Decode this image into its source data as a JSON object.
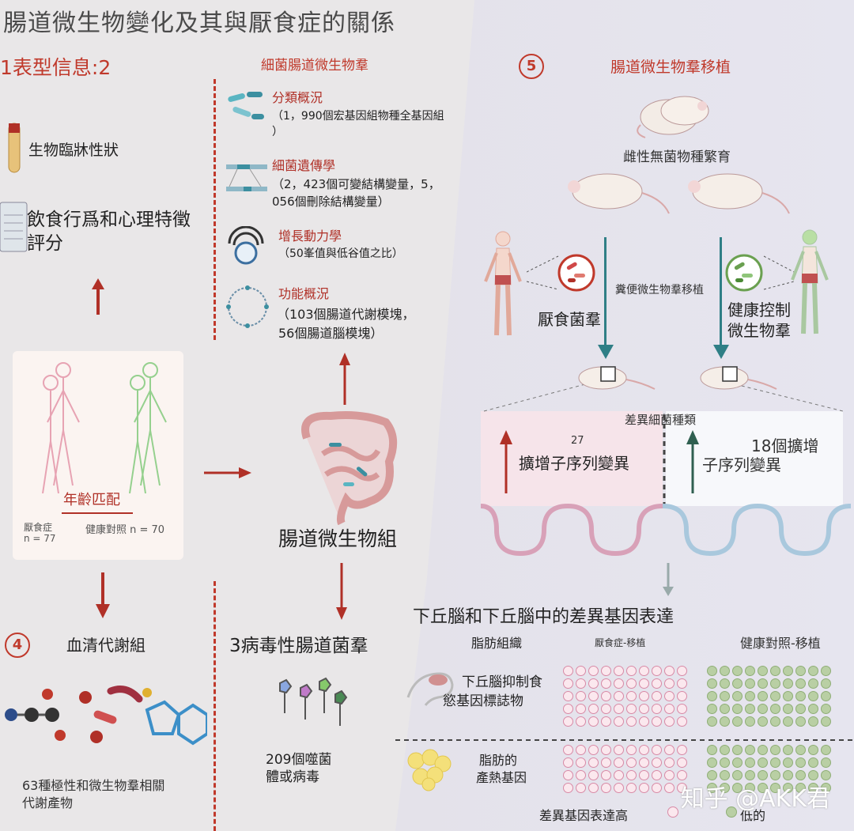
{
  "title": "腸道微生物變化及其與厭食症的關係",
  "phenotype": {
    "heading": "1表型信息:2",
    "item1": "生物臨牀性狀",
    "item2_line1": "飲食行爲和心理特徵",
    "item2_line2": "評分"
  },
  "bacteria": {
    "heading": "細菌腸道微生物羣",
    "tax_title": "分類概況",
    "tax_line1": "（1，990個宏基因組物種全基因組",
    "tax_line2": "）",
    "gen_title": "細菌遺傳學",
    "gen_line1": "（2，423個可變結構變量，5，",
    "gen_line2": "056個刪除結構變量）",
    "grow_title": "增長動力學",
    "grow_line1": "（50峯值與低谷值之比）",
    "func_title": "功能概況",
    "func_line1": "（103個腸道代謝模塊，",
    "func_line2": "56個腸道腦模塊）"
  },
  "cohort": {
    "age_match": "年齡匹配",
    "an_label": "厭食症",
    "an_n": "n = 77",
    "hc_label": "健康對照 n = 70"
  },
  "gut": {
    "label": "腸道微生物組"
  },
  "serum": {
    "num": "4",
    "heading": "血清代謝組",
    "desc_line1": "63種極性和微生物羣相關",
    "desc_line2": "代謝產物"
  },
  "virus": {
    "heading": "3病毒性腸道菌羣",
    "desc_line1": "209個噬菌",
    "desc_line2": "體或病毒"
  },
  "transplant": {
    "num": "5",
    "heading": "腸道微生物羣移植",
    "germfree": "雌性無菌物種繁育",
    "fmt": "糞便微生物羣移植",
    "an_micro": "厭食菌羣",
    "hc_micro_line1": "健康控制",
    "hc_micro_line2": "微生物羣",
    "diff_species": "差異細菌種類",
    "left_num": "27",
    "left_text": "擴增子序列變異",
    "right_line1": "18個擴增",
    "right_line2": "子序列變異"
  },
  "expression": {
    "heading": "下丘腦和下丘腦中的差異基因表達",
    "adipose": "脂肪組織",
    "col_an": "厭食症-移植",
    "col_hc": "健康對照-移植",
    "row1_line1": "下丘腦抑制食",
    "row1_line2": "慾基因標誌物",
    "row2_line1": "脂肪的",
    "row2_line2": "產熱基因",
    "legend_high": "差異基因表達高",
    "legend_low": "低的"
  },
  "watermark": "知乎 @AKK君",
  "colors": {
    "accent_red": "#c0392b",
    "teal": "#2f7f86",
    "pink": "#f2d3dd",
    "green": "#b9cfa4"
  }
}
